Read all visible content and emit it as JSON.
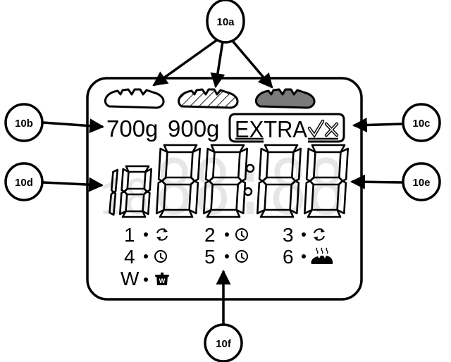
{
  "callouts": {
    "a": "10a",
    "b": "10b",
    "c": "10c",
    "d": "10d",
    "e": "10e",
    "f": "10f"
  },
  "loaf_icons": [
    {
      "name": "light-crust-loaf-icon",
      "fill": "none"
    },
    {
      "name": "medium-crust-loaf-icon",
      "fill": "hatched"
    },
    {
      "name": "dark-crust-loaf-icon",
      "fill": "#7a7a7a"
    }
  ],
  "weights": [
    "700g",
    "900g"
  ],
  "extra": {
    "label": "EXTRA",
    "icon": "check-cross-icon"
  },
  "display": {
    "program_digits": "18",
    "time_digits": "88:88"
  },
  "stages": [
    {
      "label": "1",
      "icon": "rotate-icon"
    },
    {
      "label": "2",
      "icon": "clock-icon"
    },
    {
      "label": "3",
      "icon": "rotate-icon"
    },
    {
      "label": "4",
      "icon": "clock-icon"
    },
    {
      "label": "5",
      "icon": "clock-icon"
    },
    {
      "label": "6",
      "icon": "steaming-bread-icon"
    },
    {
      "label": "W",
      "icon": "keep-warm-pot-icon"
    }
  ],
  "pot_letter": "W",
  "colors": {
    "ink": "#000000",
    "dark_loaf": "#7a7a7a"
  }
}
